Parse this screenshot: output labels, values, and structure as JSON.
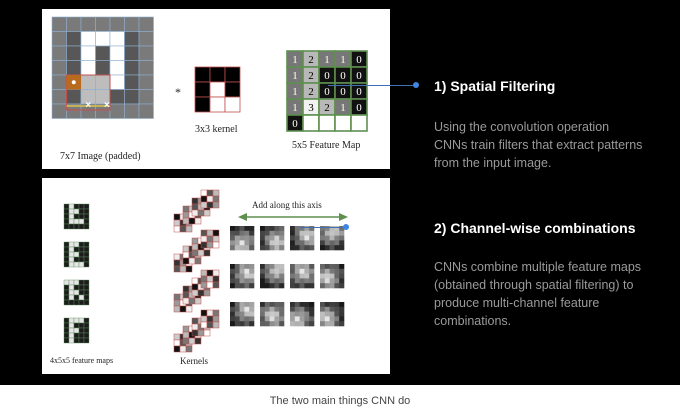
{
  "section1": {
    "heading": "1) Spatial Filtering",
    "description": [
      "Using the convolution operation",
      "CNNs train filters that extract patterns",
      "from the input image."
    ],
    "image_label": "7x7 Image (padded)",
    "operator": "*",
    "kernel_label": "3x3 kernel",
    "feature_map_label": "5x5 Feature Map",
    "feature_map": [
      [
        "1",
        "2",
        "1",
        "1",
        "0"
      ],
      [
        "1",
        "2",
        "0",
        "0",
        "0"
      ],
      [
        "1",
        "2",
        "0",
        "0",
        "0"
      ],
      [
        "1",
        "3",
        "2",
        "1",
        "0"
      ],
      [
        "0",
        "",
        "",
        "",
        ""
      ]
    ],
    "marks": [
      "×",
      "×"
    ]
  },
  "section2": {
    "heading": "2) Channel-wise combinations",
    "description": [
      "CNNs combine multiple feature maps",
      "(obtained through spatial filtering) to",
      "produce multi-channel feature",
      "combinations."
    ],
    "axis_label": "Add along this axis",
    "feature_maps_label": "4x5x5 feature maps",
    "kernels_label": "Kernels"
  },
  "caption": "The two main things CNN do",
  "colors": {
    "accent_blue": "#3f86e0",
    "grid_green": "#5f8f4f",
    "kernel_red": "#c0504d"
  }
}
